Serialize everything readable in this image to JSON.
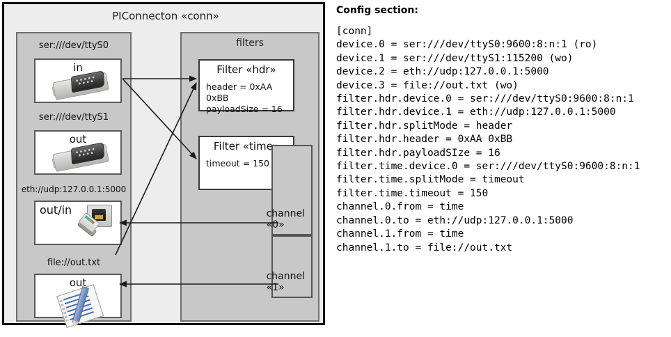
{
  "diagram": {
    "title": "PIConnecton «conn»",
    "devices_panel": {
      "nodes": [
        {
          "label": "ser:///dev/ttyS0",
          "caption": "in",
          "icon": "serial-port-icon"
        },
        {
          "label": "ser:///dev/ttyS1",
          "caption": "out",
          "icon": "serial-port-icon"
        },
        {
          "label": "eth://udp:127.0.0.1:5000",
          "caption": "out/in",
          "icon": "ethernet-icon"
        },
        {
          "label": "file://out.txt",
          "caption": "out",
          "icon": "text-file-icon"
        }
      ]
    },
    "filters_panel": {
      "title": "filters",
      "filters": [
        {
          "title": "Filter «hdr»",
          "attrs": [
            "header = 0xAA 0xBB",
            "payloadSize = 16"
          ]
        },
        {
          "title": "Filter «time»",
          "attrs": [
            "timeout = 150 ms"
          ]
        }
      ],
      "channels": [
        {
          "label": "channel «0»"
        },
        {
          "label": "channel «1»"
        }
      ]
    }
  },
  "config": {
    "heading": "Config section:",
    "lines": [
      "[conn]",
      "device.0 = ser:///dev/ttyS0:9600:8:n:1 (ro)",
      "device.1 = ser:///dev/ttyS1:115200 (wo)",
      "device.2 = eth://udp:127.0.0.1:5000",
      "device.3 = file://out.txt (wo)",
      "filter.hdr.device.0 = ser:///dev/ttyS0:9600:8:n:1",
      "filter.hdr.device.1 = eth://udp:127.0.0.1:5000",
      "filter.hdr.splitMode = header",
      "filter.hdr.header = 0xAA 0xBB",
      "filter.hdr.payloadSIze = 16",
      "filter.time.device.0 = ser:///dev/ttyS0:9600:8:n:1",
      "filter.time.splitMode = timeout",
      "filter.time.timeout = 150",
      "channel.0.from = time",
      "channel.0.to = eth://udp:127.0.0.1:5000",
      "channel.1.from = time",
      "channel.1.to = file://out.txt"
    ]
  },
  "colors": {
    "frame_bg": "#ededed",
    "panel_bg": "#c8c8c8",
    "node_bg": "#ffffff",
    "stroke": "#000000"
  }
}
